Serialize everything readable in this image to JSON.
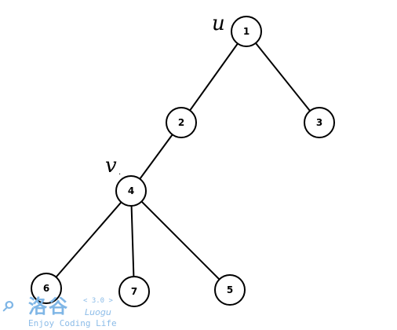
{
  "diagram": {
    "nodes": [
      {
        "id": "1",
        "label": "1"
      },
      {
        "id": "2",
        "label": "2"
      },
      {
        "id": "3",
        "label": "3"
      },
      {
        "id": "4",
        "label": "4"
      },
      {
        "id": "5",
        "label": "5"
      },
      {
        "id": "6",
        "label": "6"
      },
      {
        "id": "7",
        "label": "7"
      }
    ],
    "edges": [
      [
        "1",
        "2"
      ],
      [
        "1",
        "3"
      ],
      [
        "2",
        "4"
      ],
      [
        "4",
        "6"
      ],
      [
        "4",
        "7"
      ],
      [
        "4",
        "5"
      ]
    ],
    "annotations": {
      "u": "u",
      "v": "v"
    }
  },
  "watermark": {
    "logo_text": "洛谷",
    "version": "< 3.0 >",
    "brand": "Luogu",
    "slogan": "Enjoy Coding Life"
  },
  "colors": {
    "stroke": "#000000",
    "node_fill": "#ffffff",
    "watermark": "#7fb6e6"
  }
}
